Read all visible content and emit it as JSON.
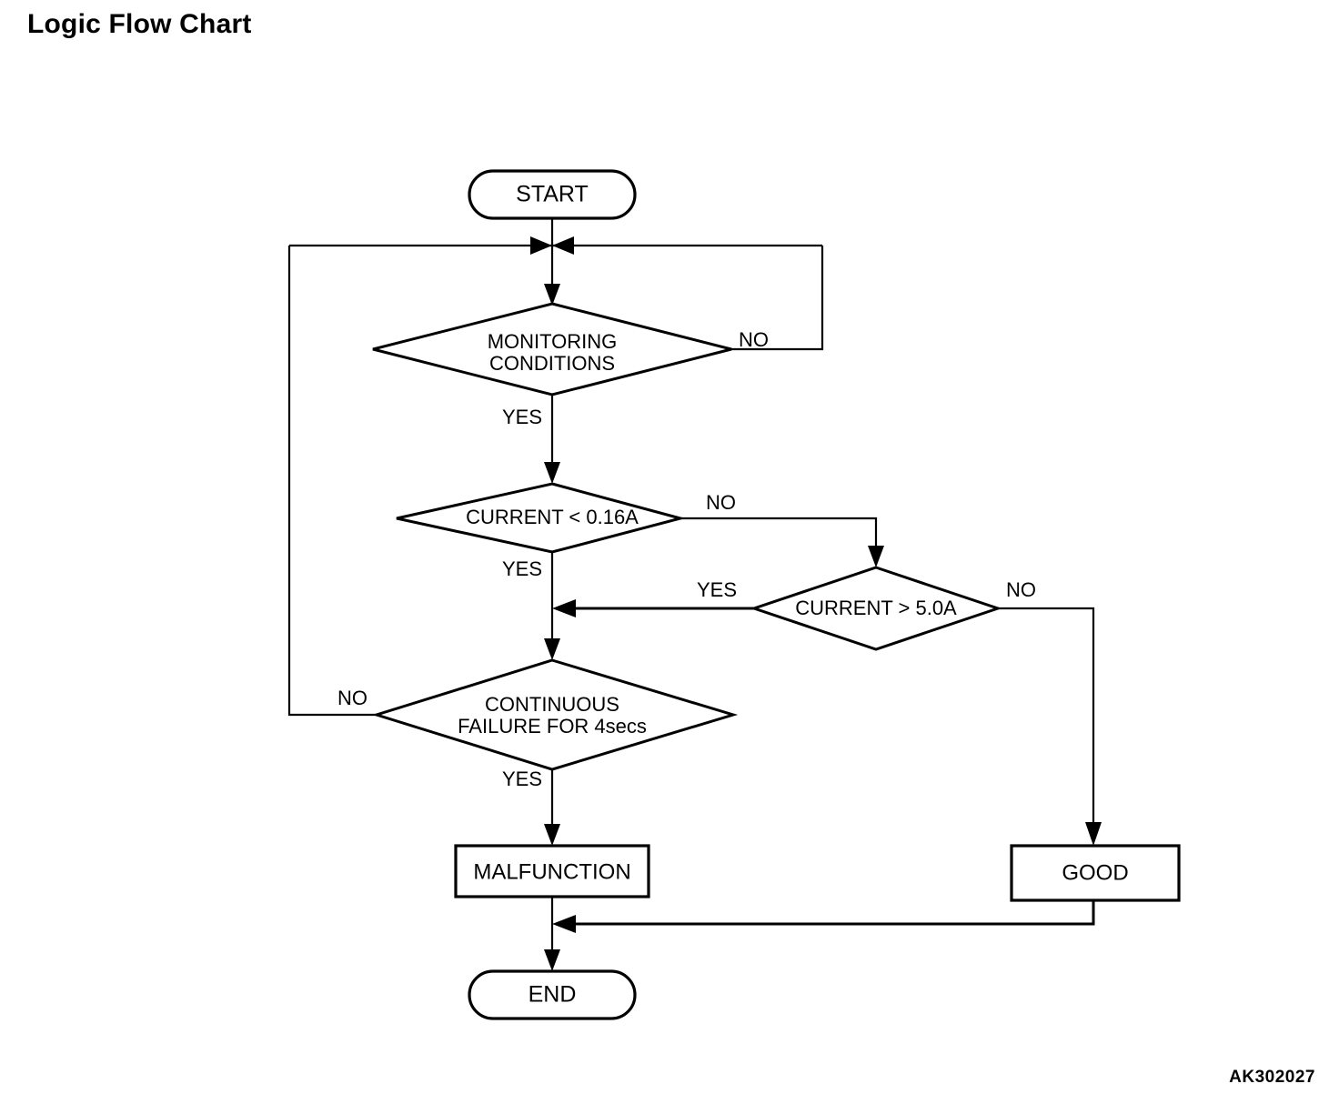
{
  "page": {
    "title": "Logic Flow Chart",
    "watermark": "AK302027",
    "background_color": "#ffffff",
    "line_color": "#000000"
  },
  "chart_data": {
    "type": "diagram",
    "diagram_kind": "flowchart",
    "title": "Logic Flow Chart",
    "nodes": [
      {
        "id": "start",
        "shape": "terminator",
        "label": "START"
      },
      {
        "id": "monitoring",
        "shape": "decision",
        "label": "MONITORING CONDITIONS",
        "line1": "MONITORING",
        "line2": "CONDITIONS"
      },
      {
        "id": "current_low",
        "shape": "decision",
        "label": "CURRENT < 0.16A",
        "line1": "CURRENT < 0.16A",
        "line2": ""
      },
      {
        "id": "current_high",
        "shape": "decision",
        "label": "CURRENT > 5.0A",
        "line1": "CURRENT > 5.0A",
        "line2": ""
      },
      {
        "id": "continuous_failure",
        "shape": "decision",
        "label": "CONTINUOUS FAILURE FOR 4secs",
        "line1": "CONTINUOUS",
        "line2": "FAILURE FOR 4secs"
      },
      {
        "id": "malfunction",
        "shape": "process",
        "label": "MALFUNCTION"
      },
      {
        "id": "good",
        "shape": "process",
        "label": "GOOD"
      },
      {
        "id": "end",
        "shape": "terminator",
        "label": "END"
      }
    ],
    "edges": [
      {
        "from": "start",
        "to": "monitoring",
        "label": ""
      },
      {
        "from": "monitoring",
        "to": "start_junction",
        "label": "NO"
      },
      {
        "from": "monitoring",
        "to": "current_low",
        "label": "YES"
      },
      {
        "from": "current_low",
        "to": "continuous_failure",
        "label": "YES"
      },
      {
        "from": "current_low",
        "to": "current_high",
        "label": "NO"
      },
      {
        "from": "current_high",
        "to": "continuous_failure",
        "label": "YES"
      },
      {
        "from": "current_high",
        "to": "good",
        "label": "NO"
      },
      {
        "from": "continuous_failure",
        "to": "start_junction",
        "label": "NO"
      },
      {
        "from": "continuous_failure",
        "to": "malfunction",
        "label": "YES"
      },
      {
        "from": "malfunction",
        "to": "end",
        "label": ""
      },
      {
        "from": "good",
        "to": "end",
        "label": ""
      }
    ],
    "edge_labels": {
      "monitoring_no": "NO",
      "monitoring_yes": "YES",
      "current_low_no": "NO",
      "current_low_yes": "YES",
      "current_high_yes": "YES",
      "current_high_no": "NO",
      "failure_no": "NO",
      "failure_yes": "YES"
    }
  }
}
